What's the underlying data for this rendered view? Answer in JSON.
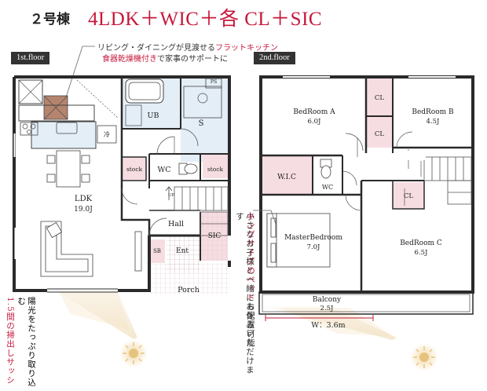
{
  "title": {
    "building": "２号棟",
    "plan": "4LDK＋WIC＋各 CL＋SIC"
  },
  "floors": {
    "first": "1st.floor",
    "second": "2nd.floor"
  },
  "note_top": {
    "line1_a": "リビング・ダイニングが見渡せる",
    "line1_b": "フラットキッチン",
    "line2_a": "食器乾燥機付き",
    "line2_b": "で家事のサポートに"
  },
  "note_side_left": {
    "line1": "陽光をたっぷり取り込む",
    "line2_a": "1.5間の",
    "line2_b": "掃出しサッシ"
  },
  "note_side_right": {
    "line1_a": "キングサイズのベッド",
    "line1_b": "も配置可能",
    "line2": "小さなお子様と一緒にお休みいただけます"
  },
  "rooms_first": {
    "ldk": "LDK",
    "ldk_size": "19.0J",
    "ub": "UB",
    "s": "S",
    "ps": "PS",
    "wc": "WC",
    "stock_left": "stock",
    "stock_right": "stock",
    "hall": "Hall",
    "sic": "SIC",
    "sb": "SB",
    "ent": "Ent",
    "porch": "Porch",
    "up": "UP",
    "fridge": "冷"
  },
  "rooms_second": {
    "bedroom_a": "BedRoom A",
    "bedroom_a_size": "6.0J",
    "bedroom_b": "BedRoom B",
    "bedroom_b_size": "4.5J",
    "bedroom_c": "BedRoom C",
    "bedroom_c_size": "6.5J",
    "master": "MasterBedroom",
    "master_size": "7.0J",
    "wic": "W.I.C",
    "wc": "WC",
    "cl_a": "CL",
    "cl_b": "CL",
    "cl_hall": "CL",
    "cl_c": "CL",
    "balcony": "Balcony",
    "balcony_size": "2.5J",
    "width": "W：3.6m"
  },
  "colors": {
    "accent": "#c6183b",
    "pink_room": "#f6dde2",
    "blue_room": "#e4eef7",
    "wall": "#2a2a2a"
  }
}
